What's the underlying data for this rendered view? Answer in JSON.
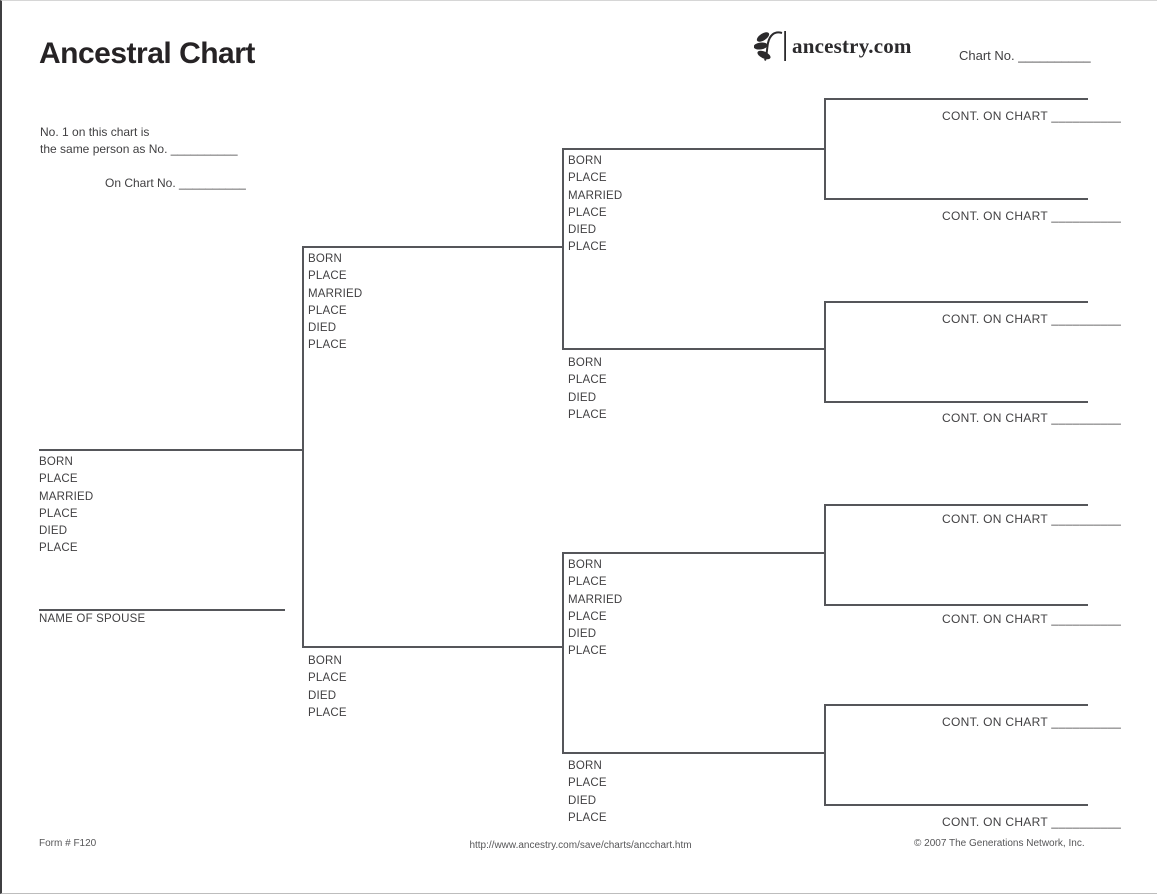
{
  "header": {
    "title": "Ancestral Chart",
    "logo_text": "ancestry.com",
    "chart_no_label": "Chart No.",
    "chart_no_blank": "__________"
  },
  "reference": {
    "line1": "No. 1 on this chart is",
    "line2_label": "the same person as No.",
    "line2_blank": "__________",
    "line3_label": "On Chart No.",
    "line3_blank": "__________"
  },
  "fields": {
    "full": [
      "BORN",
      "PLACE",
      "MARRIED",
      "PLACE",
      "DIED",
      "PLACE"
    ],
    "short": [
      "BORN",
      "PLACE",
      "DIED",
      "PLACE"
    ],
    "spouse_label": "NAME OF SPOUSE"
  },
  "cont": {
    "label": "CONT. ON CHART",
    "blank": "__________"
  },
  "footer": {
    "form_number": "Form # F120",
    "url": "http://www.ancestry.com/save/charts/ancchart.htm",
    "copyright": "© 2007 The Generations Network, Inc."
  }
}
